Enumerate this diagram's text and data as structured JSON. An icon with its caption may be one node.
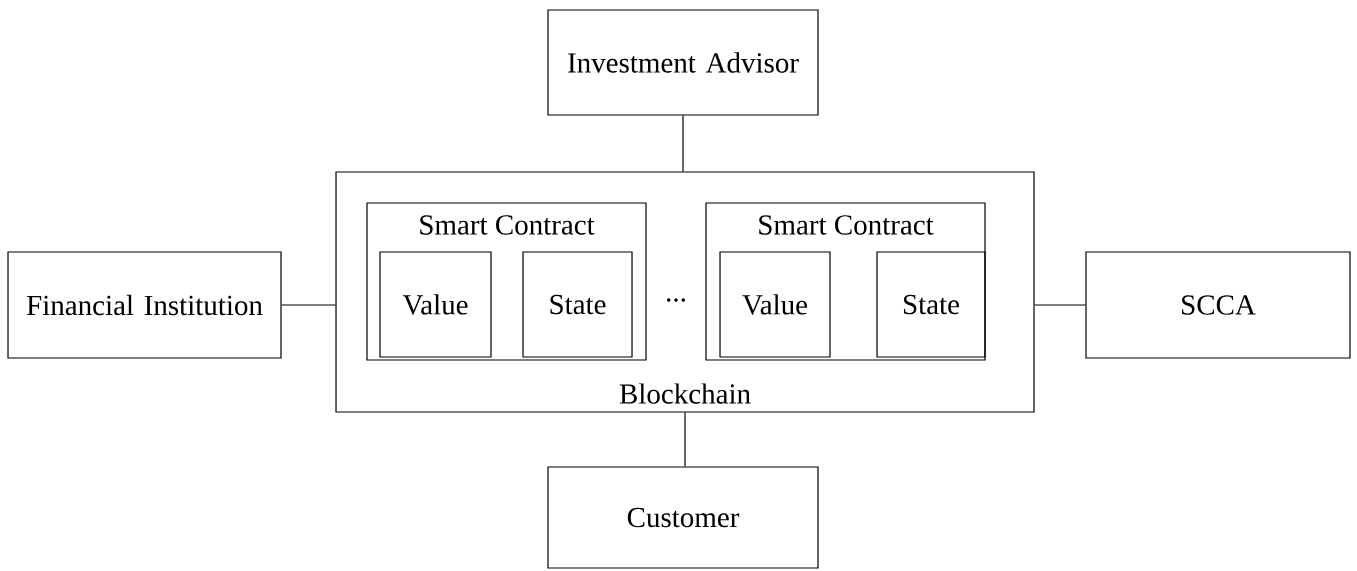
{
  "diagram": {
    "nodes": [
      {
        "text": [
          "Investment Advisor"
        ]
      },
      {
        "text": [
          "Blockchain"
        ]
      },
      {
        "text": [
          "Smart Contract"
        ],
        "in": 1
      },
      {
        "text": [
          "Value"
        ],
        "in": 2
      },
      {
        "text": [
          "State"
        ],
        "in": 2
      },
      {
        "text": [
          "Smart Contract"
        ],
        "in": 1
      },
      {
        "text": [
          "Value"
        ],
        "in": 5
      },
      {
        "text": [
          "State"
        ],
        "in": 5
      },
      {
        "text": [
          "Financial Institution"
        ]
      },
      {
        "text": [
          "SCCA"
        ]
      },
      {
        "text": [
          "Customer"
        ]
      }
    ],
    "edges": [
      {
        "from": 0,
        "to": 1,
        "arrow": "none"
      },
      {
        "from": 8,
        "to": 1,
        "arrow": "none"
      },
      {
        "from": 1,
        "to": 9,
        "arrow": "none"
      },
      {
        "from": 1,
        "to": 10,
        "arrow": "none"
      }
    ],
    "labels": [
      "..."
    ]
  }
}
